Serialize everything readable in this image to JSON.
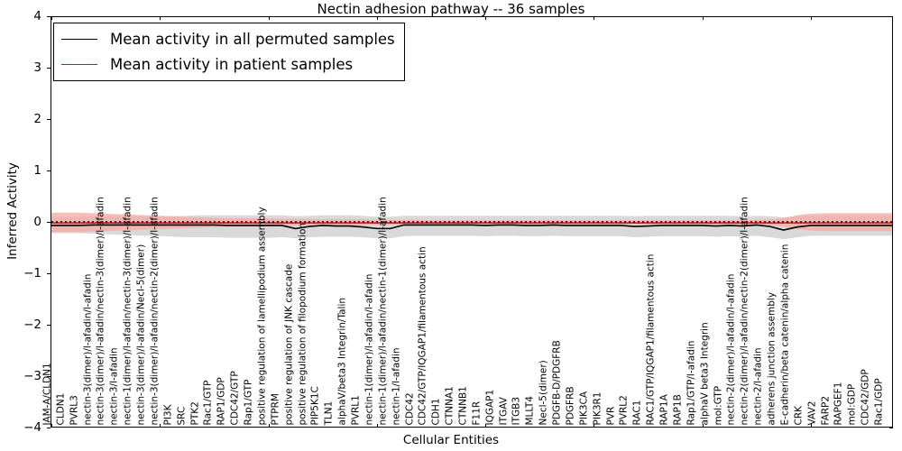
{
  "chart_data": {
    "type": "line",
    "title": "Nectin adhesion pathway -- 36 samples",
    "xlabel": "Cellular Entities",
    "ylabel": "Inferred Activity",
    "ylim": [
      -4,
      4
    ],
    "yticks": [
      4,
      3,
      2,
      1,
      0,
      -1,
      -2,
      -3,
      -4
    ],
    "ytick_labels": [
      "4",
      "3",
      "2",
      "1",
      "0",
      "−1",
      "−2",
      "−3",
      "−4"
    ],
    "grid": false,
    "legend_position": "upper left",
    "legend": [
      {
        "label": "Mean activity in all permuted samples",
        "color": "#000000"
      },
      {
        "label": "Mean activity in patient samples",
        "color": "#ff0000"
      }
    ],
    "categories": [
      "JAM-A/CLDN1",
      "CLDN1",
      "PVRL3",
      "nectin-3(dimer)/l-afadin/l-afadin",
      "nectin-3(dimer)/l-afadin/nectin-3(dimer)/l-afadin",
      "nectin-3/l-afadin",
      "nectin-1(dimer)/l-afadin/nectin-3(dimer)/l-afadin",
      "nectin-3(dimer)/l-afadin/Necl-5(dimer)",
      "nectin-3(dimer)/l-afadin/nectin-2(dimer)/l-afadin",
      "PI3K",
      "SRC",
      "PTK2",
      "Rac1/GTP",
      "RAP1/GDP",
      "CDC42/GTP",
      "Rap1/GTP",
      "positive regulation of lamellipodium assembly",
      "PTPRM",
      "positive regulation of JNK cascade",
      "positive regulation of filopodium formation",
      "PIP5K1C",
      "TLN1",
      "alphaV/beta3 Integrin/Talin",
      "PVRL1",
      "nectin-1(dimer)/l-afadin/l-afadin",
      "nectin-1(dimer)/l-afadin/nectin-1(dimer)/l-afadin",
      "nectin-1/l-afadin",
      "CDC42",
      "CDC42/GTP/IQGAP1/filamentous actin",
      "CDH1",
      "CTNNA1",
      "CTNNB1",
      "F11R",
      "IQGAP1",
      "ITGAV",
      "ITGB3",
      "MLLT4",
      "Necl-5(dimer)",
      "PDGFB-D/PDGFRB",
      "PDGFRB",
      "PIK3CA",
      "PIK3R1",
      "PVR",
      "PVRL2",
      "RAC1",
      "RAC1/GTP/IQGAP1/filamentous actin",
      "RAP1A",
      "RAP1B",
      "Rap1/GTP/l-afadin",
      "alphaV beta3 Integrin",
      "mol:GTP",
      "nectin-2(dimer)/l-afadin/l-afadin",
      "nectin-2(dimer)/l-afadin/nectin-2(dimer)/l-afadin",
      "nectin-2/l-afadin",
      "adherens junction assembly",
      "E-cadherin/beta catenin/alpha catenin",
      "CRK",
      "VAV2",
      "FARP2",
      "RAPGEF1",
      "mol:GDP",
      "CDC42/GDP",
      "Rac1/GDP"
    ],
    "series": [
      {
        "name": "Mean activity in all permuted samples",
        "color": "#000000",
        "style": "solid",
        "values": [
          -0.07,
          -0.07,
          -0.07,
          -0.06,
          -0.06,
          -0.06,
          -0.06,
          -0.06,
          -0.06,
          -0.06,
          -0.06,
          -0.06,
          -0.06,
          -0.07,
          -0.07,
          -0.07,
          -0.07,
          -0.07,
          -0.13,
          -0.09,
          -0.07,
          -0.08,
          -0.08,
          -0.1,
          -0.13,
          -0.13,
          -0.06,
          -0.06,
          -0.06,
          -0.06,
          -0.06,
          -0.06,
          -0.07,
          -0.06,
          -0.06,
          -0.07,
          -0.07,
          -0.06,
          -0.07,
          -0.07,
          -0.07,
          -0.07,
          -0.07,
          -0.09,
          -0.08,
          -0.07,
          -0.07,
          -0.07,
          -0.07,
          -0.08,
          -0.07,
          -0.08,
          -0.06,
          -0.09,
          -0.16,
          -0.1,
          -0.07,
          -0.07,
          -0.07,
          -0.07,
          -0.07,
          -0.07,
          -0.07
        ],
        "band_upper": [
          0.1,
          0.1,
          0.1,
          0.11,
          0.11,
          0.11,
          0.11,
          0.11,
          0.11,
          0.11,
          0.12,
          0.13,
          0.13,
          0.13,
          0.13,
          0.13,
          0.13,
          0.13,
          0.11,
          0.12,
          0.13,
          0.13,
          0.13,
          0.12,
          0.1,
          0.1,
          0.12,
          0.12,
          0.12,
          0.12,
          0.12,
          0.12,
          0.12,
          0.12,
          0.12,
          0.12,
          0.12,
          0.12,
          0.12,
          0.12,
          0.12,
          0.12,
          0.12,
          0.11,
          0.12,
          0.12,
          0.12,
          0.12,
          0.12,
          0.12,
          0.12,
          0.11,
          0.12,
          0.11,
          0.09,
          0.11,
          0.12,
          0.12,
          0.12,
          0.12,
          0.12,
          0.12,
          0.12
        ],
        "band_lower": [
          -0.22,
          -0.22,
          -0.22,
          -0.23,
          -0.24,
          -0.25,
          -0.26,
          -0.27,
          -0.28,
          -0.29,
          -0.3,
          -0.3,
          -0.3,
          -0.31,
          -0.31,
          -0.31,
          -0.31,
          -0.3,
          -0.32,
          -0.3,
          -0.29,
          -0.29,
          -0.29,
          -0.3,
          -0.32,
          -0.32,
          -0.28,
          -0.27,
          -0.27,
          -0.27,
          -0.27,
          -0.27,
          -0.28,
          -0.27,
          -0.27,
          -0.28,
          -0.28,
          -0.27,
          -0.28,
          -0.28,
          -0.28,
          -0.28,
          -0.28,
          -0.3,
          -0.29,
          -0.28,
          -0.28,
          -0.28,
          -0.28,
          -0.29,
          -0.28,
          -0.29,
          -0.27,
          -0.3,
          -0.34,
          -0.3,
          -0.27,
          -0.27,
          -0.27,
          -0.27,
          -0.27,
          -0.27,
          -0.27
        ],
        "band_color": "#d9d9d9"
      },
      {
        "name": "Mean activity in patient samples",
        "color": "#ff0000",
        "style": "solid",
        "values": [
          -0.02,
          -0.02,
          -0.02,
          -0.02,
          -0.02,
          -0.02,
          -0.02,
          -0.02,
          -0.02,
          -0.02,
          -0.02,
          -0.02,
          -0.02,
          -0.02,
          -0.02,
          -0.02,
          -0.02,
          -0.02,
          -0.02,
          -0.02,
          -0.02,
          -0.02,
          -0.02,
          -0.02,
          -0.02,
          -0.02,
          -0.02,
          -0.02,
          -0.02,
          -0.02,
          -0.02,
          -0.02,
          -0.02,
          -0.02,
          -0.02,
          -0.02,
          -0.02,
          -0.02,
          -0.02,
          -0.02,
          -0.02,
          -0.02,
          -0.02,
          -0.02,
          -0.02,
          -0.02,
          -0.02,
          -0.02,
          -0.02,
          -0.02,
          -0.02,
          -0.02,
          -0.02,
          -0.02,
          -0.02,
          -0.02,
          -0.02,
          -0.02,
          -0.02,
          -0.02,
          -0.02,
          -0.02,
          -0.02
        ],
        "band_upper": [
          0.18,
          0.18,
          0.18,
          0.17,
          0.16,
          0.15,
          0.14,
          0.13,
          0.12,
          0.11,
          0.1,
          0.09,
          0.08,
          0.07,
          0.07,
          0.07,
          0.07,
          0.06,
          0.06,
          0.06,
          0.05,
          0.05,
          0.05,
          0.05,
          0.04,
          0.04,
          0.04,
          0.04,
          0.03,
          0.03,
          0.03,
          0.03,
          0.03,
          0.03,
          0.03,
          0.03,
          0.03,
          0.03,
          0.03,
          0.03,
          0.03,
          0.03,
          0.03,
          0.03,
          0.03,
          0.03,
          0.03,
          0.03,
          0.03,
          0.03,
          0.03,
          0.03,
          0.04,
          0.05,
          0.07,
          0.13,
          0.16,
          0.17,
          0.17,
          0.17,
          0.17,
          0.17,
          0.17
        ],
        "band_lower": [
          -0.2,
          -0.2,
          -0.2,
          -0.19,
          -0.18,
          -0.17,
          -0.16,
          -0.15,
          -0.14,
          -0.13,
          -0.12,
          -0.11,
          -0.1,
          -0.09,
          -0.09,
          -0.09,
          -0.09,
          -0.08,
          -0.08,
          -0.08,
          -0.07,
          -0.07,
          -0.07,
          -0.07,
          -0.06,
          -0.06,
          -0.06,
          -0.06,
          -0.05,
          -0.05,
          -0.05,
          -0.05,
          -0.05,
          -0.05,
          -0.05,
          -0.05,
          -0.05,
          -0.05,
          -0.05,
          -0.05,
          -0.05,
          -0.05,
          -0.05,
          -0.05,
          -0.05,
          -0.05,
          -0.05,
          -0.05,
          -0.05,
          -0.05,
          -0.05,
          -0.05,
          -0.06,
          -0.07,
          -0.09,
          -0.14,
          -0.17,
          -0.18,
          -0.18,
          -0.18,
          -0.18,
          -0.18,
          -0.18
        ],
        "band_color": "#f4a9a3"
      },
      {
        "name": "zero-reference",
        "color": "#000000",
        "style": "dotted",
        "values": [
          0,
          0,
          0,
          0,
          0,
          0,
          0,
          0,
          0,
          0,
          0,
          0,
          0,
          0,
          0,
          0,
          0,
          0,
          0,
          0,
          0,
          0,
          0,
          0,
          0,
          0,
          0,
          0,
          0,
          0,
          0,
          0,
          0,
          0,
          0,
          0,
          0,
          0,
          0,
          0,
          0,
          0,
          0,
          0,
          0,
          0,
          0,
          0,
          0,
          0,
          0,
          0,
          0,
          0,
          0,
          0,
          0,
          0,
          0,
          0,
          0,
          0,
          0
        ]
      }
    ]
  }
}
